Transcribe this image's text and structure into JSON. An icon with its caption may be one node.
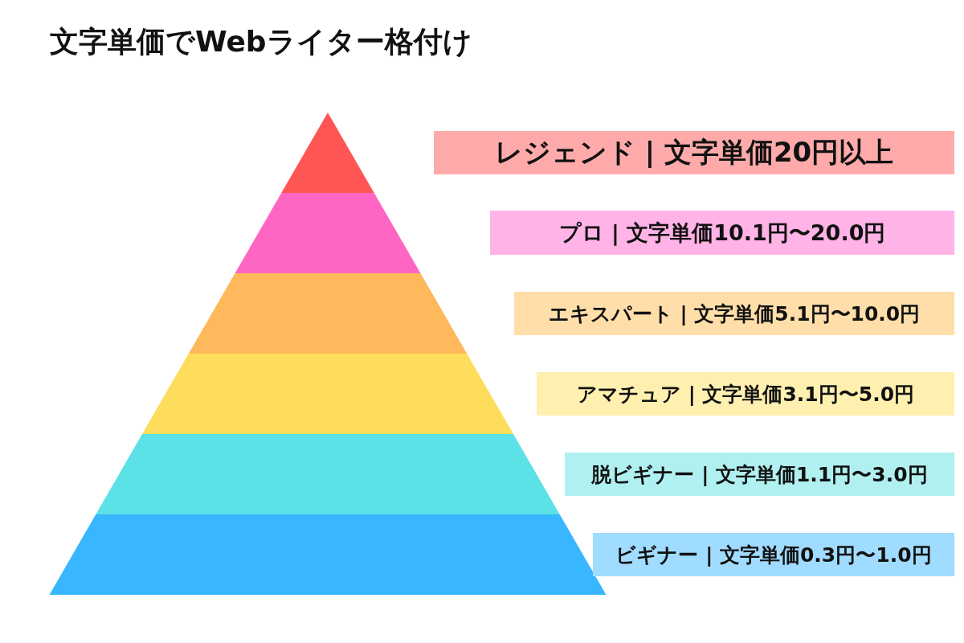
{
  "diagram": {
    "title": "文字単価でWebライター格付け",
    "nodes": [
      {
        "text": [
          "レジェンド | 文字単価20円以上"
        ]
      },
      {
        "text": [
          "プロ | 文字単価10.1円〜20.0円"
        ]
      },
      {
        "text": [
          "エキスパート | 文字単価5.1円〜10.0円"
        ]
      },
      {
        "text": [
          "アマチュア | 文字単価3.1円〜5.0円"
        ]
      },
      {
        "text": [
          "脱ビギナー | 文字単価1.1円〜3.0円"
        ]
      },
      {
        "text": [
          "ビギナー | 文字単価0.3円〜1.0円"
        ]
      }
    ]
  }
}
